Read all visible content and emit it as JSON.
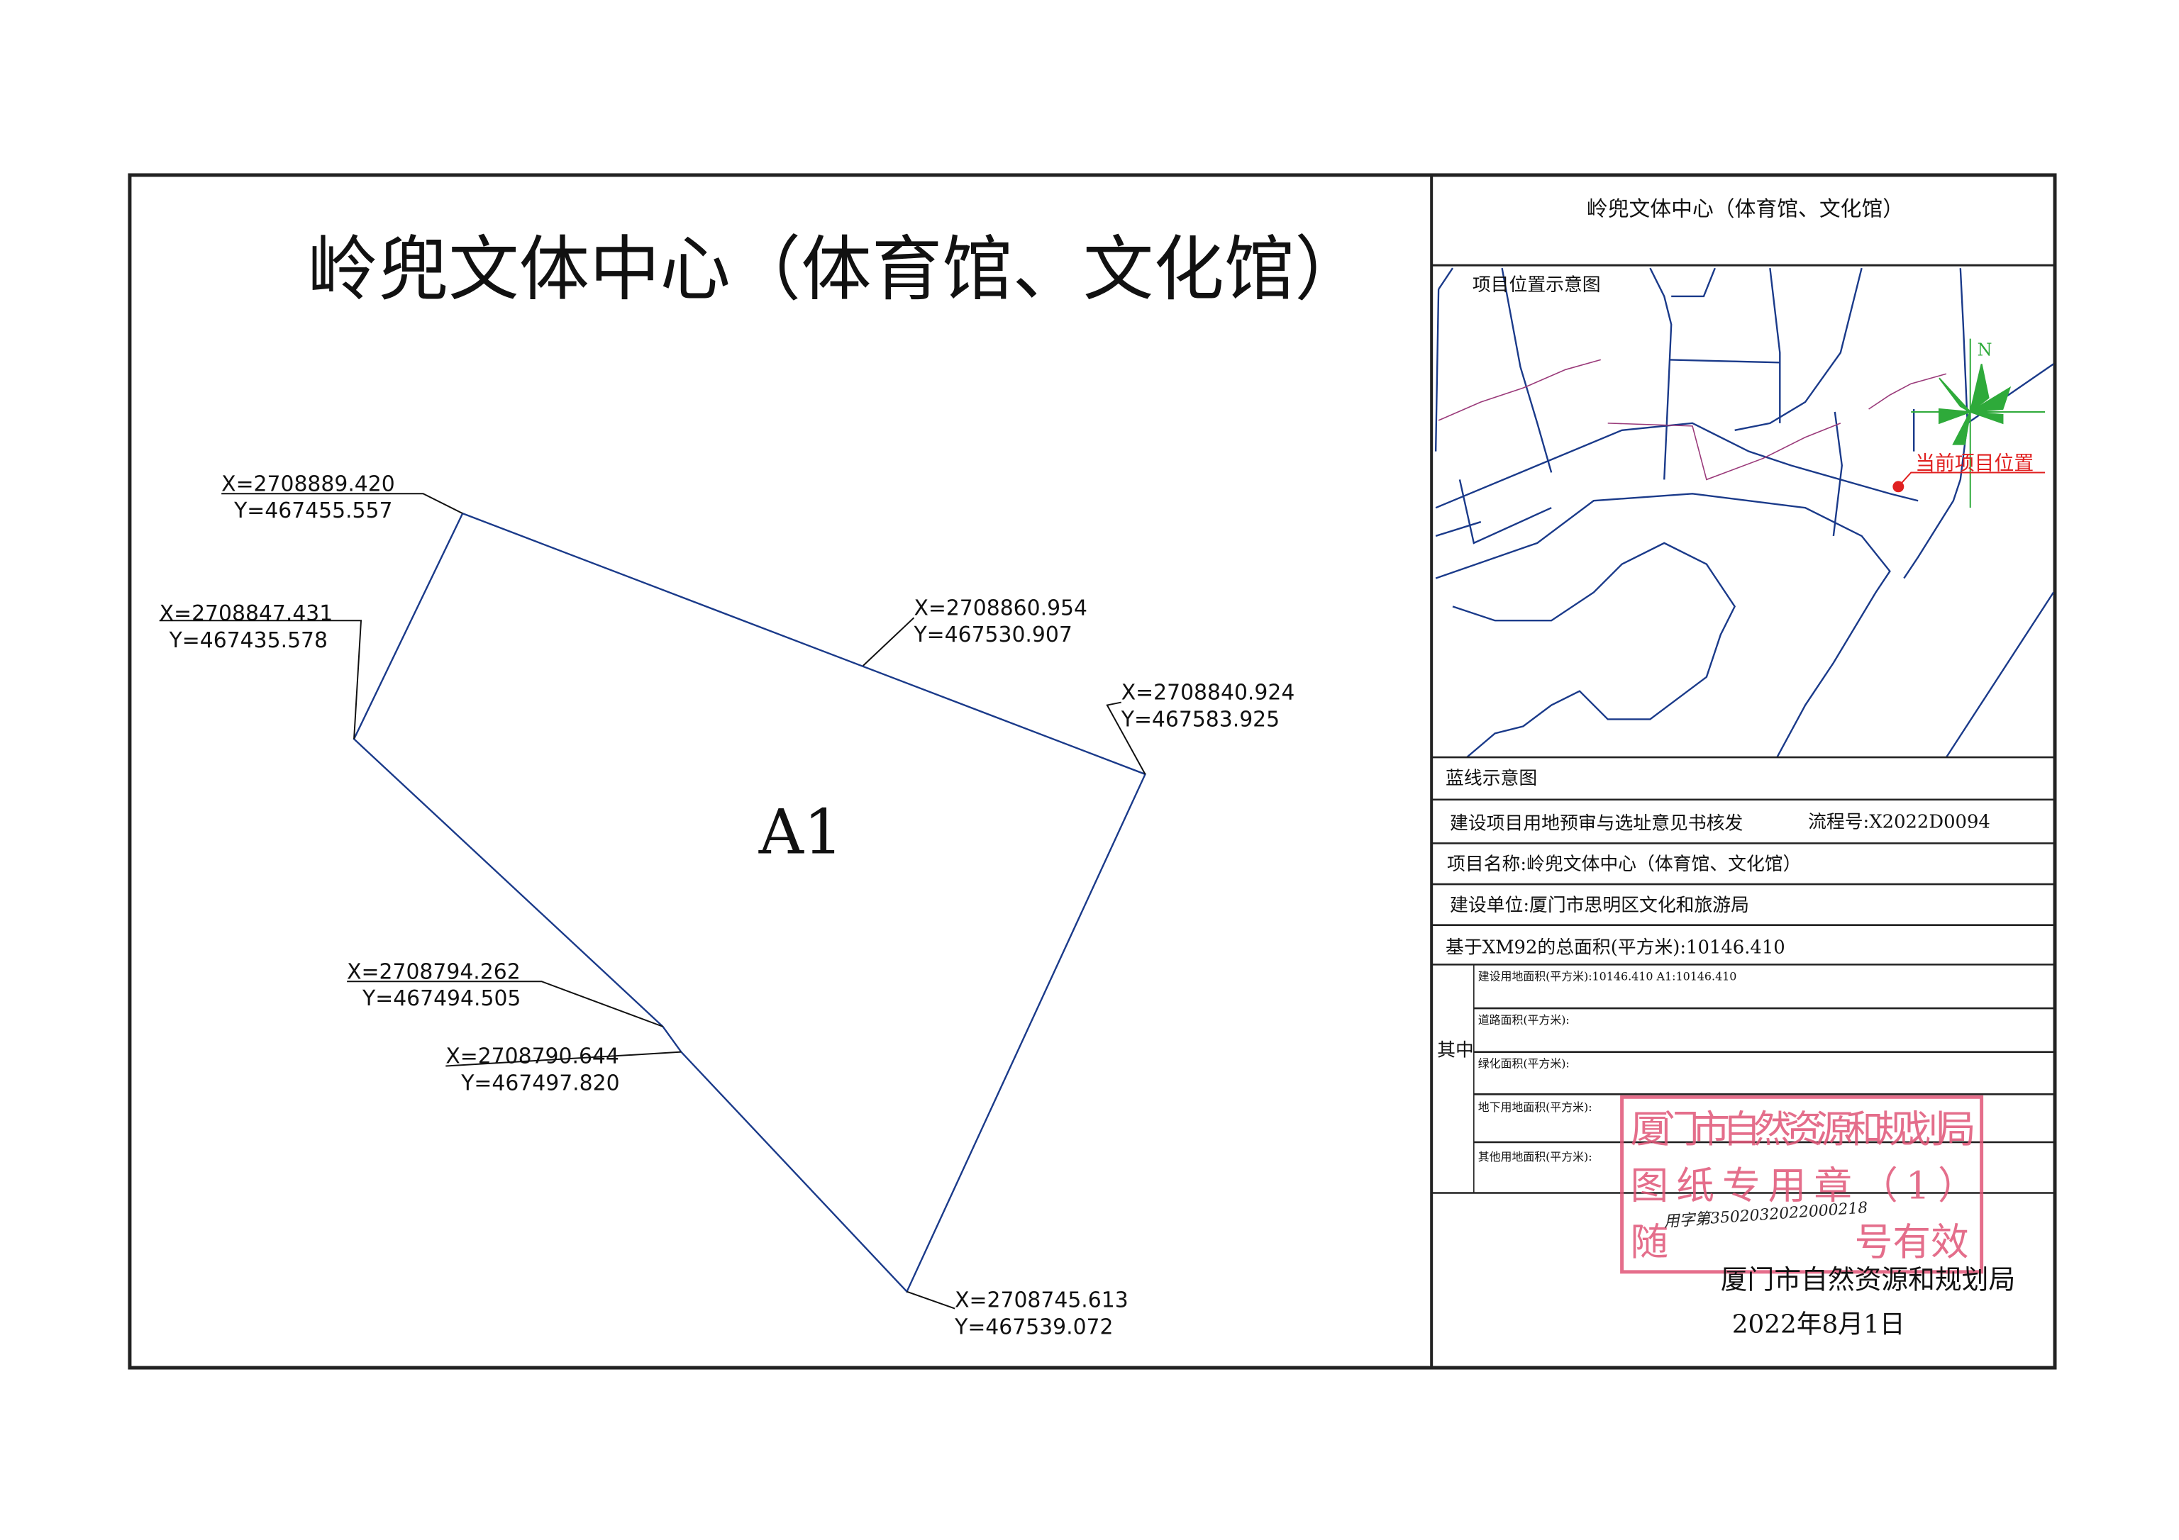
{
  "drawing": {
    "title": "岭兜文体中心（体育馆、文化馆）",
    "parcel_label": "A1",
    "points": [
      {
        "x": "X=2708889.420",
        "y": "Y=467455.557"
      },
      {
        "x": "X=2708847.431",
        "y": "Y=467435.578"
      },
      {
        "x": "X=2708860.954",
        "y": "Y=467530.907"
      },
      {
        "x": "X=2708840.924",
        "y": "Y=467583.925"
      },
      {
        "x": "X=2708794.262",
        "y": "Y=467494.505"
      },
      {
        "x": "X=2708790.644",
        "y": "Y=467497.820"
      },
      {
        "x": "X=2708745.613",
        "y": "Y=467539.072"
      }
    ]
  },
  "panel": {
    "title": "岭兜文体中心（体育馆、文化馆）",
    "location_map_label": "项目位置示意图",
    "north_label": "N",
    "current_location_label": "当前项目位置",
    "blueline_label": "蓝线示意图",
    "business": "建设项目用地预审与选址意见书核发",
    "flow_no": "流程号:X2022D0094",
    "project_name": "项目名称:岭兜文体中心（体育馆、文化馆）",
    "unit": "建设单位:厦门市思明区文化和旅游局",
    "total_area": "基于XM92的总面积(平方米):10146.410",
    "among_label": "其中",
    "sub_rows": [
      "建设用地面积(平方米):10146.410 A1:10146.410",
      "道路面积(平方米):",
      "绿化面积(平方米):",
      "地下用地面积(平方米):",
      "其他用地面积(平方米):"
    ],
    "issuer": "厦门市自然资源和规划局",
    "date": "2022年8月1日"
  },
  "stamp": {
    "line1": "厦门市自然资源和规划局",
    "line2": "图纸专用章（1）",
    "line3_prefix": "随",
    "handwritten": "用字第3502032022000218",
    "line3_suffix": "号有效"
  },
  "colors": {
    "boundary": "#1a3a8a",
    "stamp": "#e05577",
    "north_arrow": "#2eaa3a",
    "marker": "#e02020"
  }
}
